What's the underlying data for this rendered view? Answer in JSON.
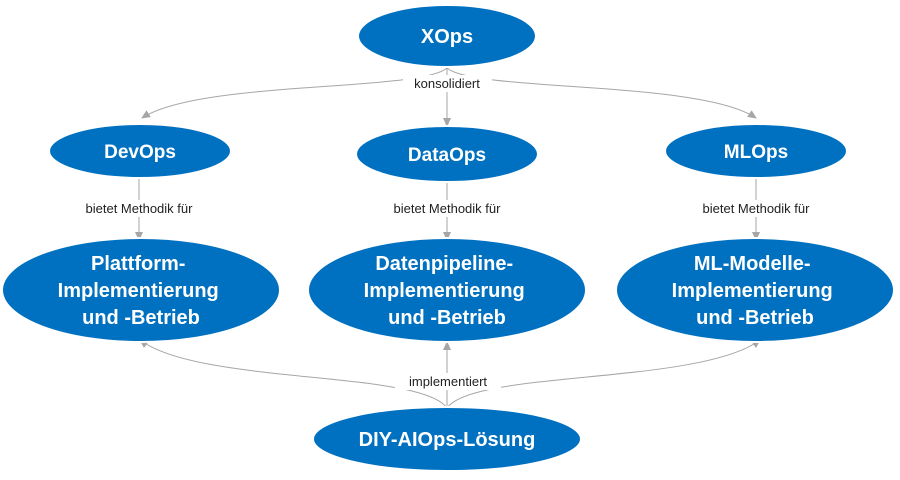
{
  "colors": {
    "node_fill": "#0070C0",
    "node_stroke": "#ffffff",
    "edge": "#A6A6A6",
    "edge_label": "#222222"
  },
  "nodes": {
    "xops": "XOps",
    "devops": "DevOps",
    "dataops": "DataOps",
    "mlops": "MLOps",
    "plattform": [
      "Plattform-",
      "Implementierung",
      "und -Betrieb"
    ],
    "datenpipeline": [
      "Datenpipeline-",
      "Implementierung",
      "und -Betrieb"
    ],
    "mlmodelle": [
      "ML-Modelle-",
      "Implementierung",
      "und -Betrieb"
    ],
    "diy": "DIY-AIOps-Lösung"
  },
  "edge_labels": {
    "konsolidiert": "konsolidiert",
    "methodik_1": "bietet Methodik für",
    "methodik_2": "bietet Methodik für",
    "methodik_3": "bietet Methodik für",
    "implementiert": "implementiert"
  }
}
